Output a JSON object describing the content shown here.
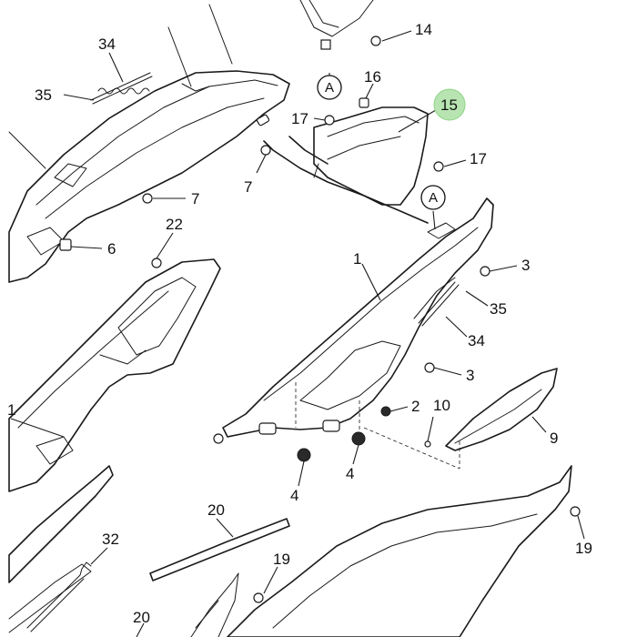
{
  "colors": {
    "line": "#1a1a1a",
    "background": "#ffffff",
    "highlight": "#b7e4b0"
  },
  "callouts": {
    "c1a": "1",
    "c1b": "1",
    "c2": "2",
    "c3a": "3",
    "c3b": "3",
    "c4a": "4",
    "c4b": "4",
    "c6": "6",
    "c7a": "7",
    "c7b": "7",
    "c9": "9",
    "c10": "10",
    "c14": "14",
    "c15": "15",
    "c16": "16",
    "c17a": "17",
    "c17b": "17",
    "c19a": "19",
    "c19b": "19",
    "c20a": "20",
    "c20b": "20",
    "c22": "22",
    "c32": "32",
    "c34a": "34",
    "c34b": "34",
    "c35a": "35",
    "c35b": "35"
  },
  "reference_marks": {
    "a_top": "A",
    "a_mid": "A"
  },
  "highlighted_part": "15"
}
